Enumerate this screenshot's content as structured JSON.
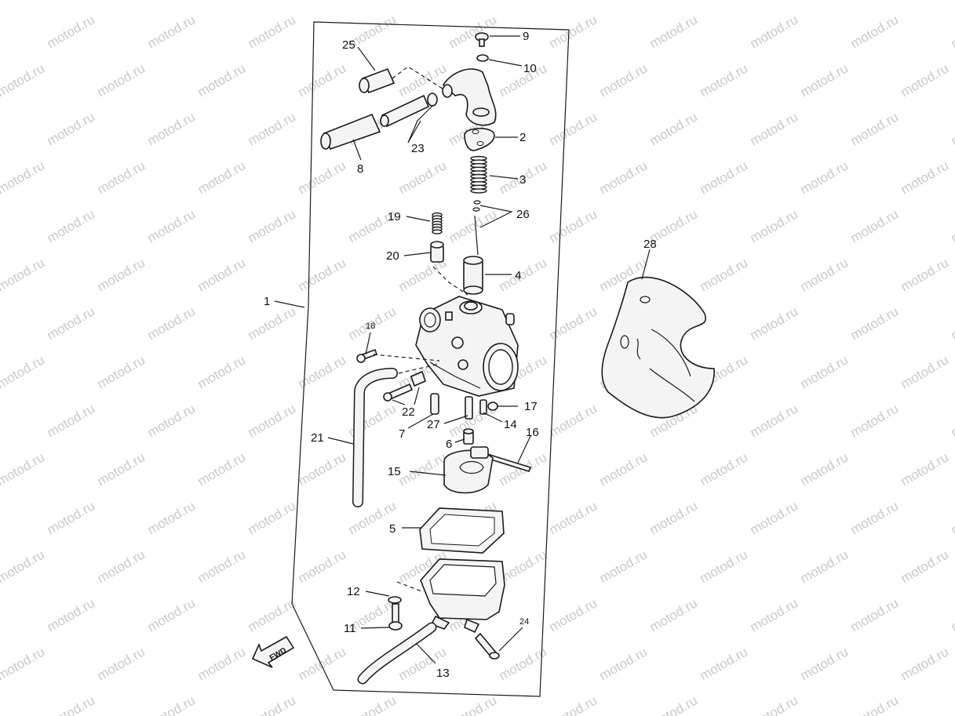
{
  "watermark": {
    "text": "motod.ru",
    "color": "#c9c9c9"
  },
  "fwd_label": "FWD",
  "callouts": [
    {
      "id": "c1",
      "text": "1"
    },
    {
      "id": "c2",
      "text": "2"
    },
    {
      "id": "c3",
      "text": "3"
    },
    {
      "id": "c4",
      "text": "4"
    },
    {
      "id": "c5",
      "text": "5"
    },
    {
      "id": "c6",
      "text": "6"
    },
    {
      "id": "c7",
      "text": "7"
    },
    {
      "id": "c8",
      "text": "8"
    },
    {
      "id": "c9",
      "text": "9"
    },
    {
      "id": "c10",
      "text": "10"
    },
    {
      "id": "c11",
      "text": "11"
    },
    {
      "id": "c12",
      "text": "12"
    },
    {
      "id": "c13",
      "text": "13"
    },
    {
      "id": "c14",
      "text": "14"
    },
    {
      "id": "c15",
      "text": "15"
    },
    {
      "id": "c16",
      "text": "16"
    },
    {
      "id": "c17",
      "text": "17"
    },
    {
      "id": "c18",
      "text": "18"
    },
    {
      "id": "c19",
      "text": "19"
    },
    {
      "id": "c20",
      "text": "20"
    },
    {
      "id": "c21",
      "text": "21"
    },
    {
      "id": "c22",
      "text": "22"
    },
    {
      "id": "c23",
      "text": "23"
    },
    {
      "id": "c24",
      "text": "24"
    },
    {
      "id": "c25",
      "text": "25"
    },
    {
      "id": "c26",
      "text": "26"
    },
    {
      "id": "c27",
      "text": "27"
    },
    {
      "id": "c28",
      "text": "28"
    }
  ]
}
